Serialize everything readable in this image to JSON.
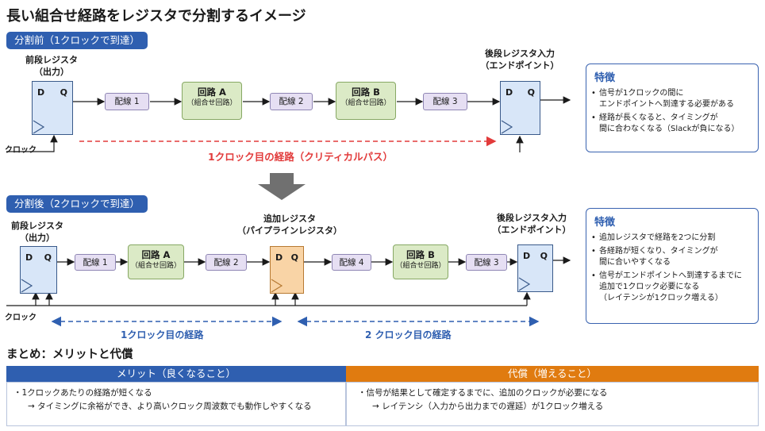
{
  "title": "長い組合せ経路をレジスタで分割するイメージ",
  "before": {
    "pill": "分割前（1クロックで到達）",
    "src_reg": [
      "前段レジスタ",
      "（出力）"
    ],
    "dst_reg": [
      "後段レジスタ入力",
      "（エンドポイント）"
    ],
    "ff_d": "D",
    "ff_q": "Q",
    "wire1": "配線 1",
    "circuitA": "回路 A",
    "circuitA_sub": "（組合せ回路）",
    "wire2": "配線 2",
    "circuitB": "回路 B",
    "circuitB_sub": "（組合せ回路）",
    "wire3": "配線 3",
    "clock": "クロック",
    "path_label": "1クロック目の経路（クリティカルパス）",
    "features": {
      "title": "特徴",
      "items": [
        [
          "信号が1クロックの間に",
          "エンドポイントへ到達する必要がある"
        ],
        [
          "経路が長くなると、タイミングが",
          "間に合わなくなる（Slackが負になる）"
        ]
      ]
    }
  },
  "after": {
    "pill": "分割後（2クロックで到達）",
    "src_reg": [
      "前段レジスタ",
      "（出力）"
    ],
    "mid_reg": [
      "追加レジスタ",
      "（パイプラインレジスタ）"
    ],
    "dst_reg": [
      "後段レジスタ入力",
      "（エンドポイント）"
    ],
    "ff_d": "D",
    "ff_q": "Q",
    "wire1": "配線 1",
    "circuitA": "回路 A",
    "circuitA_sub": "（組合せ回路）",
    "wire2": "配線 2",
    "wire4": "配線 4",
    "circuitB": "回路 B",
    "circuitB_sub": "（組合せ回路）",
    "wire3": "配線 3",
    "clock": "クロック",
    "path1_label": "1クロック目の経路",
    "path2_label": "2 クロック目の経路",
    "features": {
      "title": "特徴",
      "items": [
        [
          "追加レジスタで経路を2つに分割"
        ],
        [
          "各経路が短くなり、タイミングが",
          "間に合いやすくなる"
        ],
        [
          "信号がエンドポイントへ到達するまでに",
          "追加で1クロック必要になる",
          "（レイテンシが1クロック増える）"
        ]
      ]
    }
  },
  "summary": {
    "title": "まとめ：メリットと代償",
    "merit": {
      "header": "メリット（良くなること）",
      "line1": "・1クロックあたりの経路が短くなる",
      "line2": "→ タイミングに余裕ができ、より高いクロック周波数でも動作しやすくなる"
    },
    "cost": {
      "header": "代償（増えること）",
      "line1": "・信号が結果として確定するまでに、追加のクロックが必要になる",
      "line2": "→ レイテンシ（入力から出力までの遅延）が1クロック増える"
    }
  },
  "colors": {
    "accent_blue": "#2f5fb0",
    "critical_red": "#e23b3b",
    "cost_orange": "#e07b10",
    "register_fill": "#d8e6f8",
    "pipeline_register_fill": "#f9d4a6",
    "wire_fill": "#e6dff3",
    "circuit_fill": "#dbeac6"
  }
}
